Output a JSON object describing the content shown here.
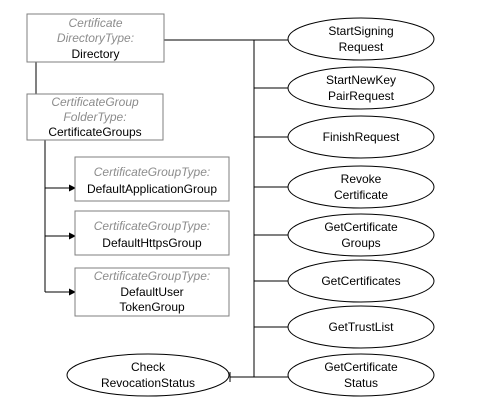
{
  "objects": {
    "directory": {
      "type_line1": "Certificate",
      "type_line2": "DirectoryType:",
      "name": "Directory"
    },
    "groups_folder": {
      "type_line1": "CertificateGroup",
      "type_line2": "FolderType:",
      "name": "CertificateGroups"
    },
    "default_application_group": {
      "type": "CertificateGroupType:",
      "name": "DefaultApplicationGroup"
    },
    "default_https_group": {
      "type": "CertificateGroupType:",
      "name": "DefaultHttpsGroup"
    },
    "default_user_token_group": {
      "type": "CertificateGroupType:",
      "name_line1": "DefaultUser",
      "name_line2": "TokenGroup"
    }
  },
  "methods": {
    "start_signing_request": {
      "line1": "StartSigning",
      "line2": "Request"
    },
    "start_new_key_pair_request": {
      "line1": "StartNewKey",
      "line2": "PairRequest"
    },
    "finish_request": {
      "line1": "FinishRequest"
    },
    "revoke_certificate": {
      "line1": "Revoke",
      "line2": "Certificate"
    },
    "get_certificate_groups": {
      "line1": "GetCertificate",
      "line2": "Groups"
    },
    "get_certificates": {
      "line1": "GetCertificates"
    },
    "get_trust_list": {
      "line1": "GetTrustList"
    },
    "get_certificate_status": {
      "line1": "GetCertificate",
      "line2": "Status"
    },
    "check_revocation_status": {
      "line1": "Check",
      "line2": "RevocationStatus"
    }
  }
}
